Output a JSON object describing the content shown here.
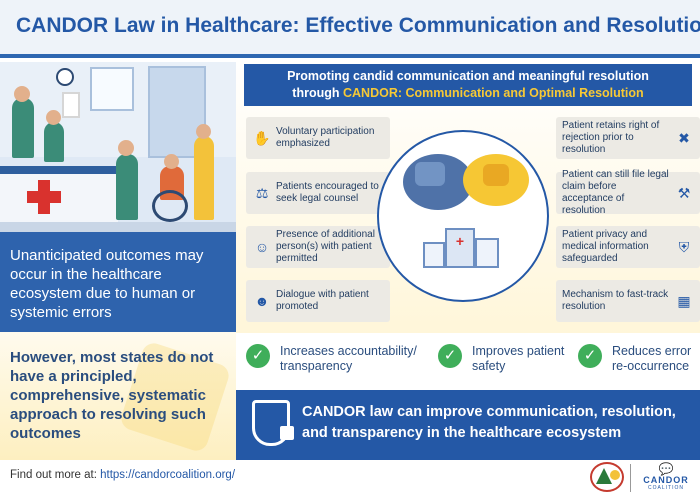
{
  "title": "CANDOR Law in Healthcare: Effective Communication and Resolution",
  "banner": {
    "line1": "Promoting candid communication and meaningful resolution",
    "line2_prefix": "through ",
    "line2_highlight": "CANDOR: Communication and Optimal Resolution"
  },
  "left_panel": {
    "text": "Unanticipated outcomes may occur in the healthcare ecosystem due to human or systemic errors"
  },
  "however_panel": {
    "highlight": "However",
    "text": ", most states do not have a principled, comprehensive, systematic approach to resolving such outcomes"
  },
  "features_left": [
    {
      "label": "Voluntary participation emphasized",
      "icon": "hands-icon"
    },
    {
      "label": "Patients encouraged to seek legal counsel",
      "icon": "scales-icon"
    },
    {
      "label": "Presence of additional person(s) with patient permitted",
      "icon": "people-icon"
    },
    {
      "label": "Dialogue with patient promoted",
      "icon": "conversation-icon"
    }
  ],
  "features_right": [
    {
      "label": "Patient retains right of rejection prior to resolution",
      "icon": "thumbs-down-icon"
    },
    {
      "label": "Patient can still file legal claim before acceptance of resolution",
      "icon": "gavel-icon"
    },
    {
      "label": "Patient privacy and medical information safeguarded",
      "icon": "shield-user-icon"
    },
    {
      "label": "Mechanism to fast-track resolution",
      "icon": "calendar-icon"
    }
  ],
  "checks": [
    {
      "label": "Increases accountability/ transparency"
    },
    {
      "label": "Improves patient safety"
    },
    {
      "label": "Reduces error re-occurrence"
    }
  ],
  "bottom_banner": {
    "text": "CANDOR law can improve communication, resolution, and transparency in the healthcare ecosystem"
  },
  "footer": {
    "prefix": "Find out more at: ",
    "link": "https://candorcoalition.org/"
  },
  "logo": {
    "name": "CANDOR",
    "sub": "COALITION"
  },
  "colors": {
    "brand_blue": "#2458a6",
    "accent_yellow": "#f7c935",
    "check_green": "#3fae5a"
  }
}
